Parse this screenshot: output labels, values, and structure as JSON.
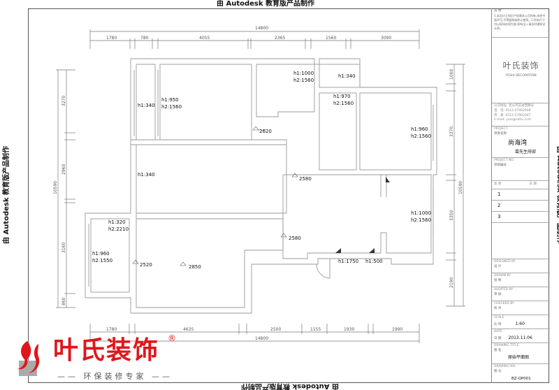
{
  "watermark": "由 Autodesk 教育版产品制作",
  "dimensions": {
    "top_total": "14800",
    "top": [
      "1780",
      "780",
      "4055",
      "2365",
      "1560",
      "3090"
    ],
    "bottom": [
      "1780",
      "4635",
      "2500",
      "1155",
      "1930",
      "1990"
    ],
    "bottom_total": "14800",
    "left": [
      "3270",
      "2960",
      "3160",
      "860"
    ],
    "left_total": "10590",
    "right": [
      "1000",
      "3370",
      "3350",
      "2190"
    ],
    "right_total": "10590"
  },
  "labels": {
    "balcony_top": "h1:340",
    "bed1_h1": "h1:950",
    "bed1_h2": "h2:1560",
    "room_mid_h1": "h1:1000",
    "room_mid_h2": "h2:1560",
    "small_h1": "h1:340",
    "kitchen_h1": "h1:970",
    "kitchen_h2": "h2:1560",
    "bed2_h1": "h1:960",
    "bed2_h2": "h2:1560",
    "living_h1": "h1:340",
    "room_r_h1": "h1:1000",
    "room_r_h2": "h2:1560",
    "bal_h1": "h1:320",
    "bal_h2": "h2:2210",
    "balL_h1": "h1:960",
    "balL_h2": "h2:1550",
    "el_2620": "2620",
    "el_2580a": "2580",
    "el_2580b": "2580",
    "el_2520": "2520",
    "el_2850": "2850",
    "w1750": "h1:1750",
    "w500": "h1:500"
  },
  "title_block": {
    "notes_title": "说 明:",
    "notes": "1.本设计之知识产权属本公司所有,未经书面许可,不得复制或转让使用。2.所有尺寸均以现场实测为准,如有出入请及时通知设计师。",
    "company_cn": "叶氏装饰",
    "company_en": "YESHI DECORATION",
    "address": "公司地址: 昆山市前进西路号",
    "tel": "电　话: 0512-57902008",
    "fax": "传　真: 0512-57902007",
    "email": "E-mail: yssz@sohu.com",
    "project_en": "PROJECT",
    "project_cn": "项目名称",
    "project_name": "尚海湾",
    "client": "葛先生府邸",
    "project_no_en": "PROJECT NO.",
    "project_no_cn": "项目编号",
    "change": "变 更",
    "date_col": "日 期",
    "revisions": [
      "1",
      "2",
      "3"
    ],
    "designed_en": "DESIGNED BY",
    "designed_cn": "设 计",
    "drawn_en": "DRAWN BY",
    "drawn_cn": "绘 制",
    "audited_en": "AUDITED BY",
    "audited_cn": "审 核",
    "checked_en": "CHECKED BY",
    "checked_cn": "校 对",
    "scale_en": "SCALE",
    "scale_cn": "比 例",
    "scale": "1:60",
    "date_en": "DATE",
    "date_cn": "日 期",
    "date": "2013.11.06",
    "title_en": "DRAWING TITLE",
    "title_cn": "图 名",
    "title": "原始平面图",
    "no_en": "DRAWING NO.",
    "no_cn": "图 号",
    "no": "BZ-QP001"
  },
  "logo": {
    "name": "叶氏装饰",
    "reg": "®",
    "slogan": "—— 环保装修专家 ——"
  },
  "colors": {
    "brand": "#e0161b",
    "wall": "#9a9a9a"
  }
}
